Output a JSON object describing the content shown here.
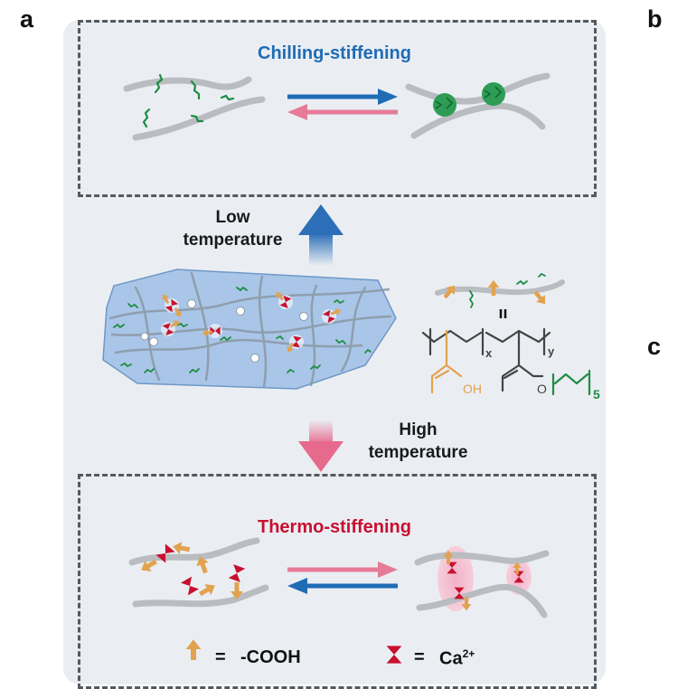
{
  "panels": {
    "a": "a",
    "b": "b",
    "c": "c"
  },
  "top_box": {
    "title": "Chilling-stiffening"
  },
  "bottom_box": {
    "title": "Thermo-stiffening"
  },
  "arrows": {
    "low_line1": "Low",
    "low_line2": "temperature",
    "high_line1": "High",
    "high_line2": "temperature"
  },
  "structure": {
    "x": "x",
    "y": "y",
    "oh": "OH",
    "o": "O",
    "n": "5"
  },
  "legend": {
    "cooh_eq": "=",
    "cooh": "-COOH",
    "ca_eq": "=",
    "ca": "Ca",
    "ca_charge": "2+"
  },
  "colors": {
    "blue": "#1f6cb5",
    "pink": "#e57b96",
    "green": "#1e8c44",
    "orange": "#e2a24e",
    "red": "#c8102e",
    "gray": "#b9bcc0",
    "network": "#a9c6e8"
  }
}
